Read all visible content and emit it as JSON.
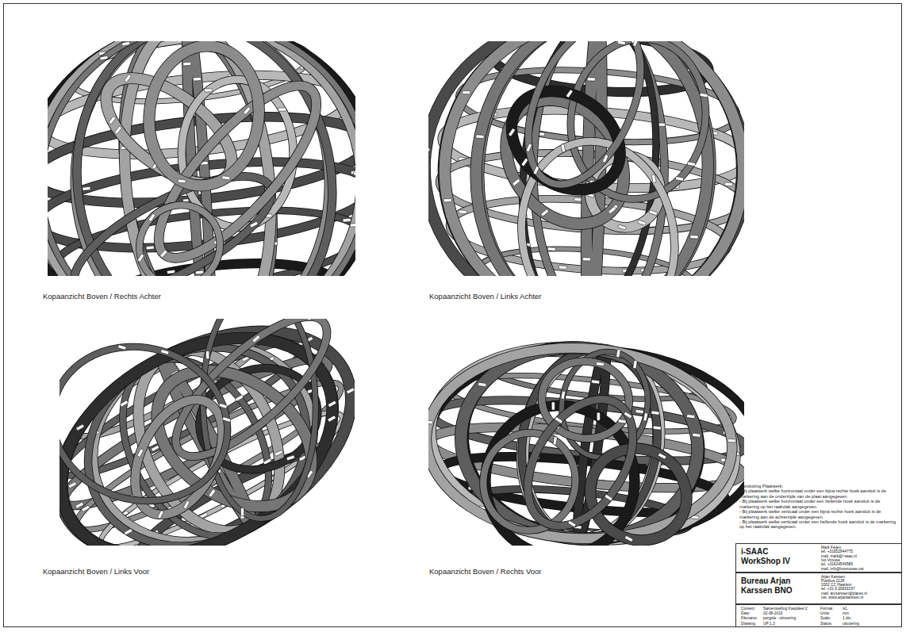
{
  "diagram": {
    "nodes": [
      {
        "text": [
          "i-SAAC WorkShop IV",
          "Mark Feijen",
          "tel. +31652944775",
          "mail. mark@i-saac.nl",
          "Ivo Vrouwe",
          "tel. +31624549589",
          "mail. info@ivovrouwe.net"
        ]
      },
      {
        "text": [
          "Bureau Arjan Karssen BNO",
          "Arjan Karssen",
          "Postbus 2128",
          "2002 CC Haarlem",
          "tel. +31 6 20833197",
          "mail. arj.karssen@planet.nl",
          "net. www.arjankarssen.nl"
        ]
      },
      {
        "text": [
          "Content:",
          "Samenstelling Koepdeel 2",
          "Date:",
          "02-08-2010",
          "Filename:",
          "pergola - uitvoering",
          "Drawing:",
          "UP 1.3",
          "Format:",
          "A1",
          "Units:",
          "mm",
          "Scale:",
          "1 div.",
          "Status:",
          "uitvoering"
        ]
      }
    ],
    "labels": [
      "Kopaanzicht Boven / Rechts Achter",
      "Kopaanzicht Boven / Links Achter",
      "Kopaanzicht Boven / Links Voor",
      "Kopaanzicht Boven / Rechts Voor",
      "Aansluiting Plaatwerk:",
      "- Bij plaatwerk welke horizontaal onder een bijna rechte hoek aansluit is de markering aan de onderzijde van de plaat aangegeven.",
      "- Bij plaatwerk welke horizontaal onder een hellende hoek aansluit is de markering op het raakvlak aangegeven.",
      "- Bij plaatwerk welke verticaal onder een bijna rechte hoek aansluit is de markering aan de achterzijde aangegeven.",
      "- Bij plaatwerk welke verticaal onder een hellende hoek aansluit is de markering op het raakvlak aangegeven."
    ]
  }
}
